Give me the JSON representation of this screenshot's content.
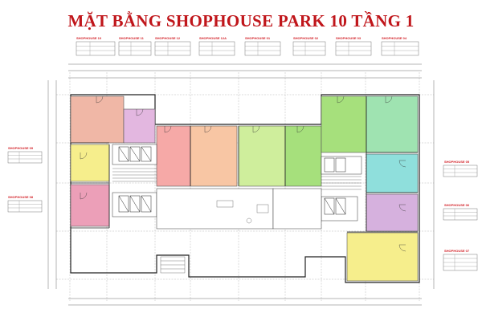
{
  "title": "MẶT BẰNG SHOPHOUSE PARK 10 TẦNG 1",
  "colors": {
    "title": "#c0161b",
    "label": "#d21f26",
    "salmon": "#f0b7a6",
    "lavender": "#e3b7e0",
    "yellow": "#f6ee8c",
    "pink": "#ec9fb8",
    "coral": "#f6a9a7",
    "peach": "#f8c6a4",
    "lightgreen": "#cfee9c",
    "green": "#a6e07c",
    "mint": "#9fe3b1",
    "cyan": "#8fdfdc",
    "purple": "#d6b1de"
  },
  "labels": {
    "sh10": "SHOPHOUSE 10",
    "sh11": "SHOPHOUSE 11",
    "sh12": "SHOPHOUSE 12",
    "sh12a": "SHOPHOUSE 12A",
    "sh01": "SHOPHOUSE 01",
    "sh02": "SHOPHOUSE 02",
    "sh03": "SHOPHOUSE 03",
    "sh04": "SHOPHOUSE 04",
    "sh05": "SHOPHOUSE 05",
    "sh06": "SHOPHOUSE 06",
    "sh07": "SHOPHOUSE 07",
    "sh08": "SHOPHOUSE 08",
    "sh09": "SHOPHOUSE 09"
  }
}
